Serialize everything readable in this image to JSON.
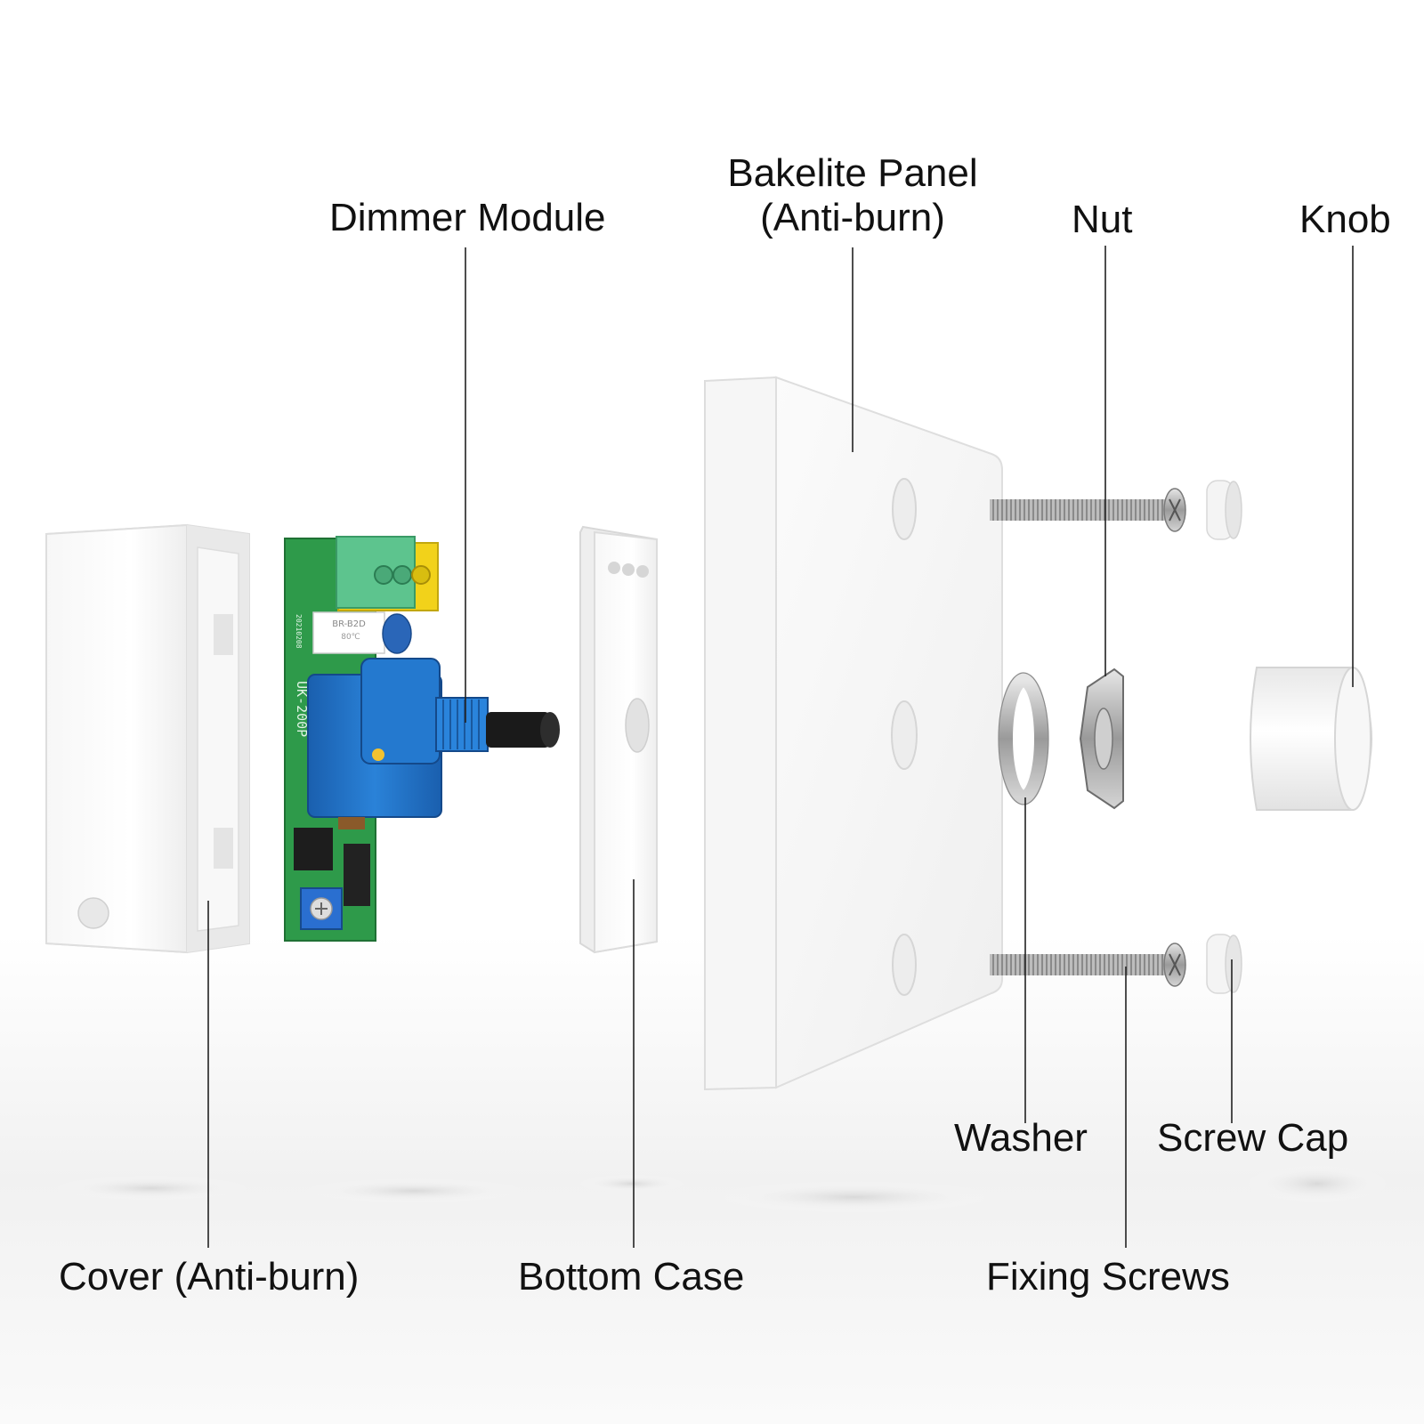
{
  "labels": {
    "dimmer_module": "Dimmer Module",
    "bakelite_panel_line1": "Bakelite Panel",
    "bakelite_panel_line2": "(Anti-burn)",
    "nut": "Nut",
    "knob": "Knob",
    "washer": "Washer",
    "screw_cap": "Screw Cap",
    "cover": "Cover (Anti-burn)",
    "bottom_case": "Bottom Case",
    "fixing_screws": "Fixing Screws"
  },
  "pcb_markings": {
    "capacitor": "BR-B2D",
    "capacitor_sub": "80℃",
    "board_model": "UK-200P",
    "board_date": "20210208"
  },
  "colors": {
    "background": "#ffffff",
    "pcb_green": "#2e9a4a",
    "terminal_green": "#5dc48e",
    "terminal_yellow": "#f2d21a",
    "potentiometer_blue": "#1e6fc4",
    "shaft_black": "#1a1a1a",
    "plastic_white": "#f4f4f4"
  }
}
